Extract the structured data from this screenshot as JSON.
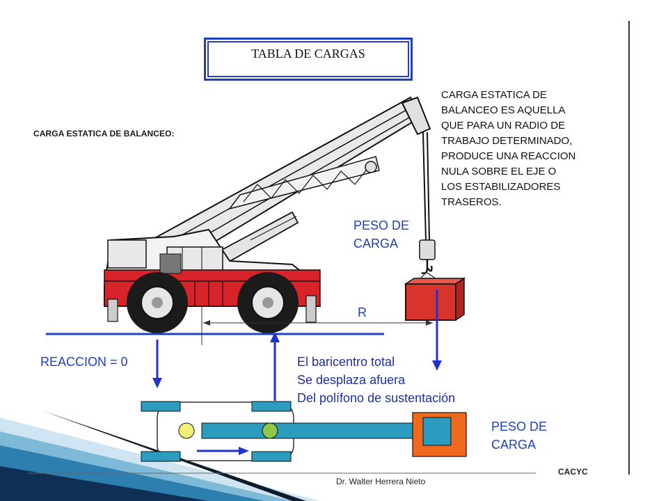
{
  "slide": {
    "title": "TABLA DE CARGAS",
    "subtitle": "CARGA ESTATICA DE BALANCEO:",
    "definition_lines": [
      "CARGA ESTATICA DE",
      "BALANCEO ES AQUELLA",
      "QUE  PARA UN RADIO DE",
      "TRABAJO DETERMINADO,",
      "PRODUCE UNA REACCION",
      "NULA SOBRE  EL EJE O",
      "LOS ESTABILIZADORES",
      "TRASEROS."
    ],
    "load_label_top_lines": [
      "PESO DE",
      "CARGA"
    ],
    "radius_label": "R",
    "reaction_label": "REACCION = 0",
    "barycenter_lines": [
      "El baricentro total",
      "Se desplaza afuera",
      "Del polífono de sustentación"
    ],
    "load_label_bottom_lines": [
      "PESO DE",
      "CARGA"
    ],
    "footer_author": "Dr. Walter  Herrera  Nieto",
    "footer_org": "CACYC"
  },
  "colors": {
    "accent_blue": "#1f3fbf",
    "arrow_blue": "#2233cc",
    "crane_red": "#d8232a",
    "load_red": "#d9342b",
    "footprint_teal": "#2b9bbf",
    "load_orange": "#f06a1e",
    "cg_yellow": "#f3f07a",
    "cg_green": "#8cc84b"
  }
}
